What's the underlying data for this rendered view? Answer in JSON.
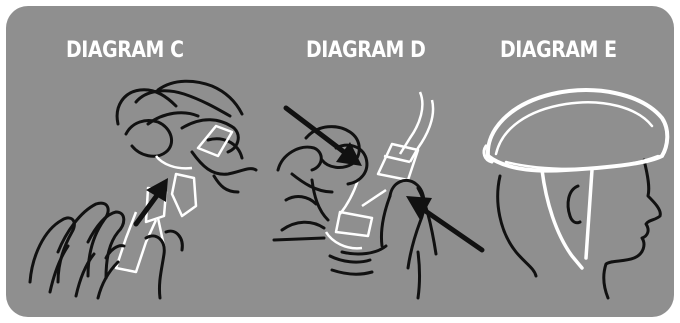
{
  "diagrams": [
    {
      "label": "DIAGRAM C",
      "depicts": "hands fastening chin strap buckle"
    },
    {
      "label": "DIAGRAM D",
      "depicts": "hands adjusting strap slider under chin"
    },
    {
      "label": "DIAGRAM E",
      "depicts": "helmet fitted on head"
    }
  ],
  "colors": {
    "panel_background": "#8f8f8f",
    "label_text": "#ffffff",
    "line_art": "#111111",
    "strap": "#ffffff",
    "arrow": "#111111"
  },
  "icons": [
    "arrow-icon",
    "helmet-icon",
    "hand-icon",
    "buckle-icon"
  ]
}
